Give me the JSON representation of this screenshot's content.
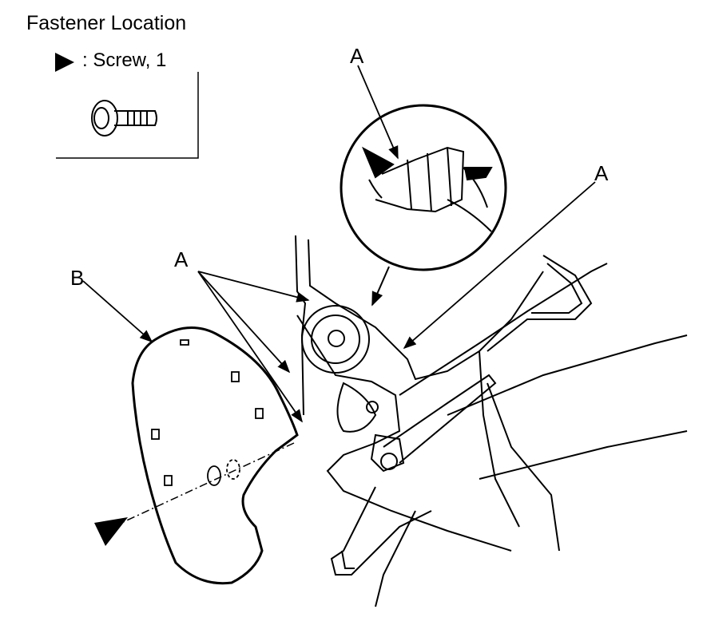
{
  "title": "Fastener Location",
  "legend": {
    "symbol_icon": "filled-triangle-icon",
    "text": ": Screw, 1",
    "icon": "screw-icon"
  },
  "callouts": {
    "a": "A",
    "b": "B"
  }
}
